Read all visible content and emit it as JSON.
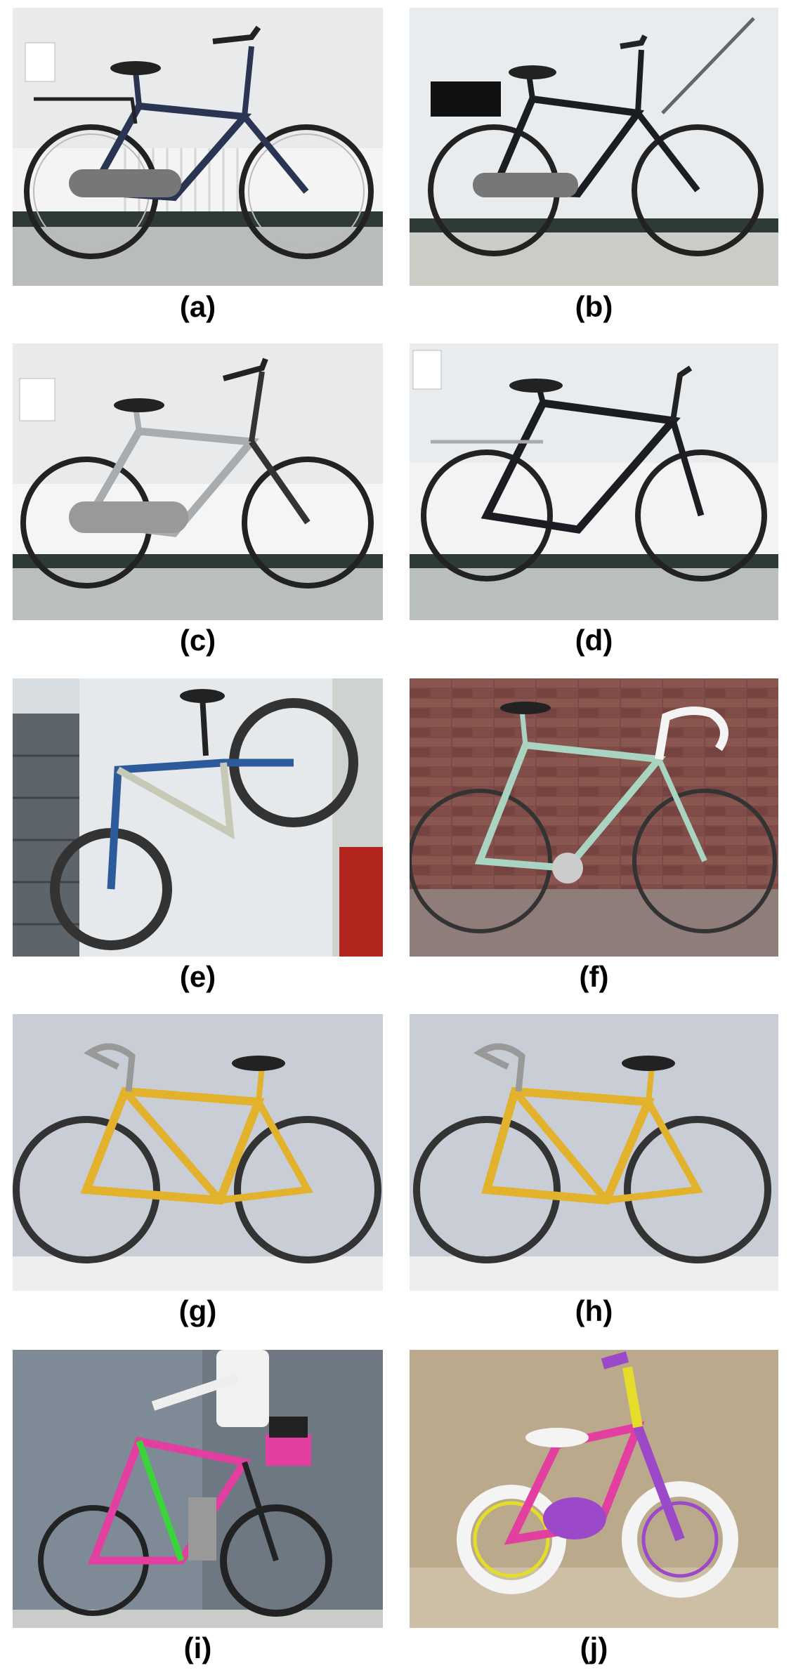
{
  "panels": [
    {
      "id": "a",
      "caption": "(a)"
    },
    {
      "id": "b",
      "caption": "(b)"
    },
    {
      "id": "c",
      "caption": "(c)"
    },
    {
      "id": "d",
      "caption": "(d)"
    },
    {
      "id": "e",
      "caption": "(e)"
    },
    {
      "id": "f",
      "caption": "(f)"
    },
    {
      "id": "g",
      "caption": "(g)"
    },
    {
      "id": "h",
      "caption": "(h)"
    },
    {
      "id": "i",
      "caption": "(i)"
    },
    {
      "id": "j",
      "caption": "(j)"
    }
  ],
  "photo_colors": {
    "wall": "#e9ecef",
    "floor": "#b9bfba",
    "bike_navy": "#2a3553",
    "bike_silver": "#a9acae",
    "bike_black": "#1c1d22",
    "bike_celeste": "#a9d4c2",
    "bike_yellow": "#e2b22d",
    "bike_pink": "#e23fa0",
    "brick": "#7e4a45",
    "kids_purple": "#9b48c9"
  }
}
